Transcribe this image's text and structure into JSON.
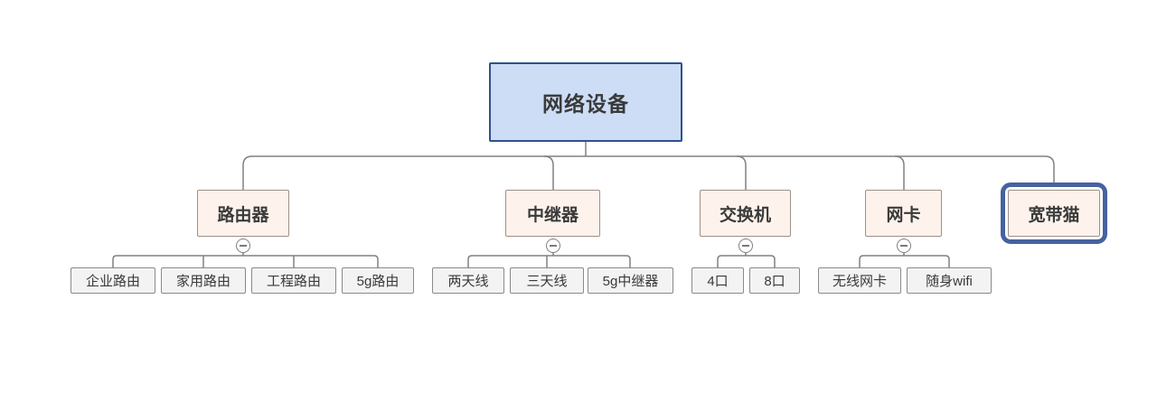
{
  "diagram": {
    "title_node": "网络设备",
    "root": {
      "label": "网络设备"
    },
    "branches": [
      {
        "label": "路由器",
        "children": [
          {
            "label": "企业路由"
          },
          {
            "label": "家用路由"
          },
          {
            "label": "工程路由"
          },
          {
            "label": "5g路由"
          }
        ]
      },
      {
        "label": "中继器",
        "children": [
          {
            "label": "两天线"
          },
          {
            "label": "三天线"
          },
          {
            "label": "5g中继器"
          }
        ]
      },
      {
        "label": "交换机",
        "children": [
          {
            "label": "4口"
          },
          {
            "label": "8口"
          }
        ]
      },
      {
        "label": "网卡",
        "children": [
          {
            "label": "无线网卡"
          },
          {
            "label": "随身wifi"
          }
        ]
      },
      {
        "label": "宽带猫",
        "selected": true,
        "children": []
      }
    ],
    "colors": {
      "root_fill": "#cdddf6",
      "root_border": "#31508e",
      "branch_fill": "#fdf3ec",
      "branch_border": "#9e9086",
      "leaf_fill": "#f3f3f3",
      "leaf_border": "#8a8a8a",
      "selection": "#46629f",
      "connector": "#808080",
      "text": "#3a3a3a"
    }
  }
}
